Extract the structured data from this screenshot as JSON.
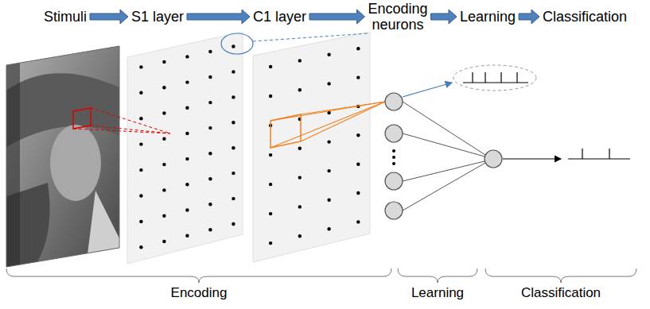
{
  "diagram": {
    "nodes": [
      {
        "text": [
          "Stimuli"
        ]
      },
      {
        "text": [
          "S1 layer"
        ]
      },
      {
        "text": [
          "C1 layer"
        ]
      },
      {
        "text": [
          "Encoding neurons"
        ]
      },
      {
        "text": [
          "Learning"
        ]
      },
      {
        "text": [
          "Classification"
        ]
      }
    ],
    "edges": [
      {
        "from": 0,
        "to": 1,
        "arrow": "to"
      },
      {
        "from": 1,
        "to": 2,
        "arrow": "to"
      },
      {
        "from": 2,
        "to": 3,
        "arrow": "to"
      },
      {
        "from": 3,
        "to": 4,
        "arrow": "to"
      },
      {
        "from": 4,
        "to": 5,
        "arrow": "to"
      }
    ],
    "labels": [
      "Encoding",
      "Learning",
      "Classification"
    ]
  }
}
